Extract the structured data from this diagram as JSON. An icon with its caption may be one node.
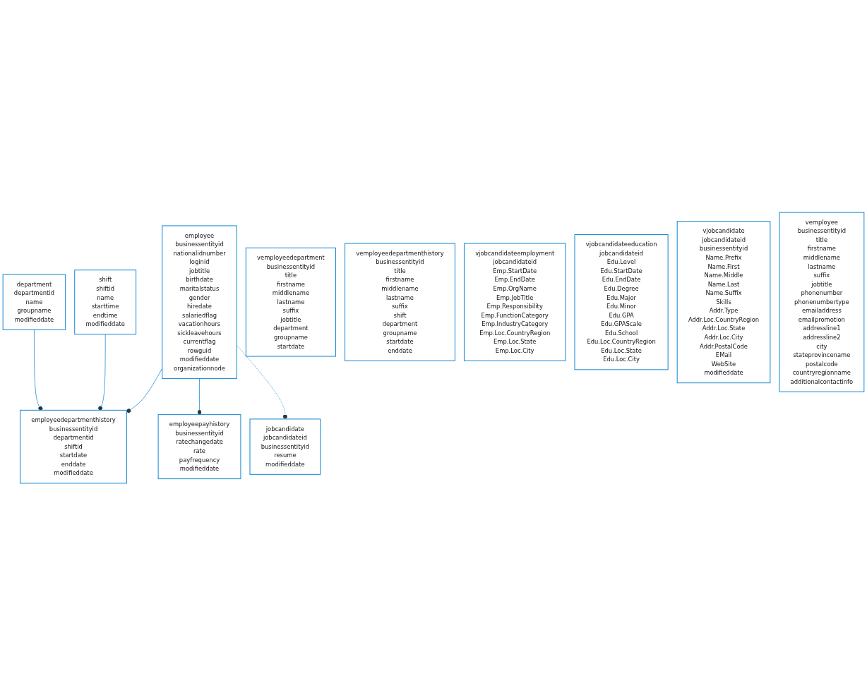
{
  "diagram": {
    "nodes": [
      {
        "text": [
          "department",
          "departmentid",
          "name",
          "groupname",
          "modifieddate"
        ]
      },
      {
        "text": [
          "employeedepartmenthistory",
          "businessentityid",
          "departmentid",
          "shiftid",
          "startdate",
          "enddate",
          "modifieddate"
        ]
      },
      {
        "text": [
          "shift",
          "shiftid",
          "name",
          "starttime",
          "endtime",
          "modifieddate"
        ]
      },
      {
        "text": [
          "employeepayhistory",
          "businessentityid",
          "ratechangedate",
          "rate",
          "payfrequency",
          "modifieddate"
        ]
      },
      {
        "text": [
          "employee",
          "businessentityid",
          "nationalidnumber",
          "loginid",
          "jobtitle",
          "birthdate",
          "maritalstatus",
          "gender",
          "hiredate",
          "salariedflag",
          "vacationhours",
          "sickleavehours",
          "currentflag",
          "rowguid",
          "modifieddate",
          "organizationnode"
        ]
      },
      {
        "text": [
          "jobcandidate",
          "jobcandidateid",
          "businessentityid",
          "resume",
          "modifieddate"
        ]
      },
      {
        "text": [
          "vemployeedepartment",
          "businessentityid",
          "title",
          "firstname",
          "middlename",
          "lastname",
          "suffix",
          "jobtitle",
          "department",
          "groupname",
          "startdate"
        ]
      },
      {
        "text": [
          "vemployeedepartmenthistory",
          "businessentityid",
          "title",
          "firstname",
          "middlename",
          "lastname",
          "suffix",
          "shift",
          "department",
          "groupname",
          "startdate",
          "enddate"
        ]
      },
      {
        "text": [
          "vjobcandidateemployment",
          "jobcandidateid",
          "Emp.StartDate",
          "Emp.EndDate",
          "Emp.OrgName",
          "Emp.JobTitle",
          "Emp.Responsibility",
          "Emp.FunctionCategory",
          "Emp.IndustryCategory",
          "Emp.Loc.CountryRegion",
          "Emp.Loc.State",
          "Emp.Loc.City"
        ]
      },
      {
        "text": [
          "vjobcandidateeducation",
          "jobcandidateid",
          "Edu.Level",
          "Edu.StartDate",
          "Edu.EndDate",
          "Edu.Degree",
          "Edu.Major",
          "Edu.Minor",
          "Edu.GPA",
          "Edu.GPAScale",
          "Edu.School",
          "Edu.Loc.CountryRegion",
          "Edu.Loc.State",
          "Edu.Loc.City"
        ]
      },
      {
        "text": [
          "vjobcandidate",
          "jobcandidateid",
          "businessentityid",
          "Name.Prefix",
          "Name.First",
          "Name.Middle",
          "Name.Last",
          "Name.Suffix",
          "Skills",
          "Addr.Type",
          "Addr.Loc.CountryRegion",
          "Addr.Loc.State",
          "Addr.Loc.City",
          "Addr.PostalCode",
          "EMail",
          "WebSite",
          "modifieddate"
        ]
      },
      {
        "text": [
          "vemployee",
          "businessentityid",
          "title",
          "firstname",
          "middlename",
          "lastname",
          "suffix",
          "jobtitle",
          "phonenumber",
          "phonenumbertype",
          "emailaddress",
          "emailpromotion",
          "addressline1",
          "addressline2",
          "city",
          "stateprovincename",
          "postalcode",
          "countryregionname",
          "additionalcontactinfo"
        ]
      }
    ],
    "edges": [
      {
        "from": 0,
        "to": 1,
        "arrow": "other"
      },
      {
        "from": 2,
        "to": 1,
        "arrow": "other"
      },
      {
        "from": 4,
        "to": 1,
        "arrow": "other"
      },
      {
        "from": 4,
        "to": 3,
        "arrow": "other"
      },
      {
        "from": 4,
        "to": 5,
        "arrow": "other",
        "style": "dashed"
      }
    ]
  }
}
